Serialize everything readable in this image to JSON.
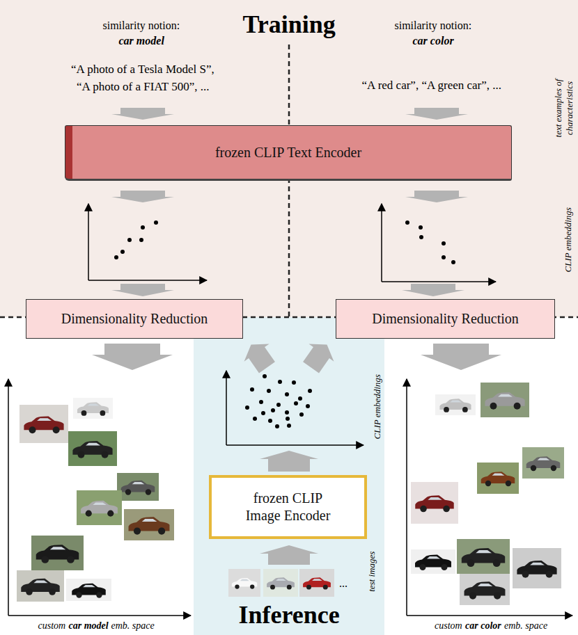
{
  "diagram": {
    "nodes": [
      {
        "text": [
          "frozen CLIP Text Encoder"
        ]
      },
      {
        "text": [
          "Dimensionality Reduction"
        ]
      },
      {
        "text": [
          "Dimensionality Reduction"
        ]
      },
      {
        "text": [
          "frozen CLIP Image Encoder"
        ]
      }
    ],
    "labels": [
      "Training",
      "similarity notion:",
      "car model",
      "similarity notion:",
      "car color",
      "“A photo of a Tesla Model S”,",
      "“A photo of a FIAT 500”, ...",
      "“A red car”, “A green car”, ...",
      "text examples of characteristics",
      "CLIP embeddings",
      "CLIP embeddings",
      "test images",
      "...",
      "Inference",
      "custom",
      "car model",
      "emb. space",
      "custom",
      "car color",
      "emb. space"
    ]
  }
}
